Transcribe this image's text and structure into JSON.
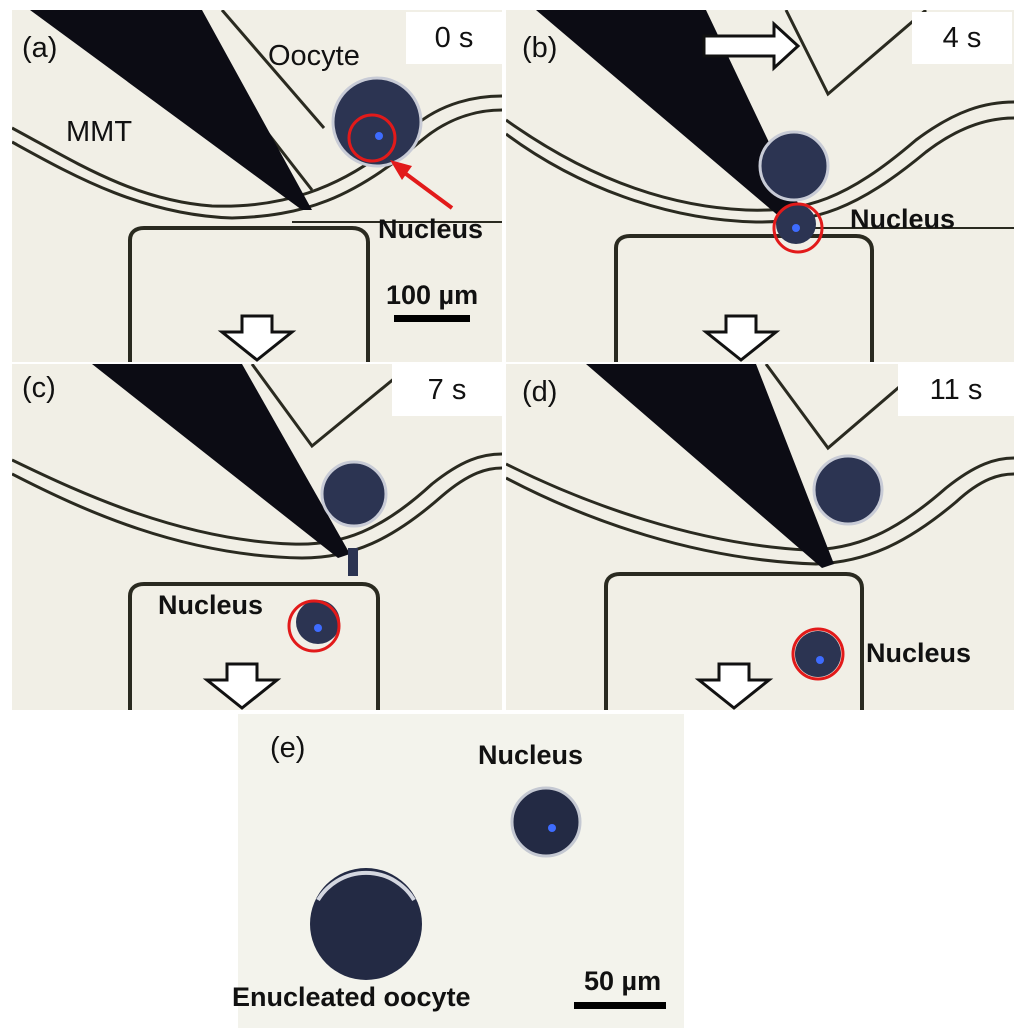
{
  "panels": [
    {
      "id": "a",
      "label": "(a)",
      "time": "0 s"
    },
    {
      "id": "b",
      "label": "(b)",
      "time": "4 s"
    },
    {
      "id": "c",
      "label": "(c)",
      "time": "7 s"
    },
    {
      "id": "d",
      "label": "(d)",
      "time": "11 s"
    },
    {
      "id": "e",
      "label": "(e)"
    }
  ],
  "annotations": {
    "oocyte": "Oocyte",
    "mmt": "MMT",
    "nucleus": "Nucleus",
    "enucleated": "Enucleated oocyte"
  },
  "scale_bars": {
    "main": "100 µm",
    "inset": "50 µm"
  },
  "colors": {
    "highlight_circle": "#e21a1a",
    "background": "#f1efe6",
    "tool": "#0c0c14",
    "cell": "#2c3452"
  },
  "icons": [
    "arrow-down-icon",
    "arrow-right-icon",
    "arrow-red-icon"
  ]
}
